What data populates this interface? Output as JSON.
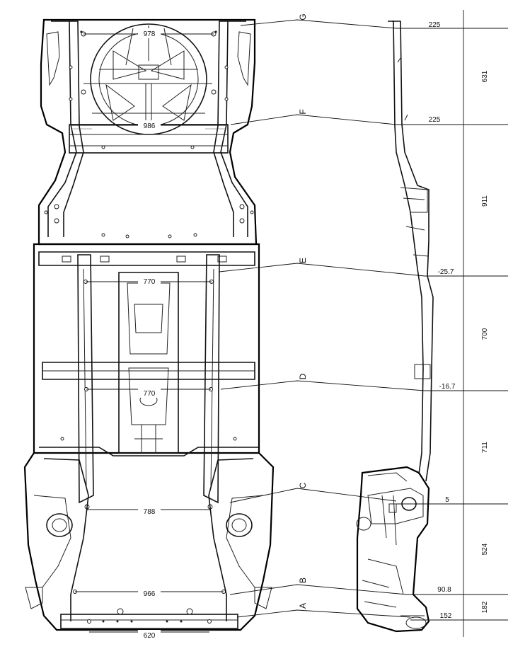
{
  "sections": [
    {
      "id": "G",
      "label": "G"
    },
    {
      "id": "F",
      "label": "F"
    },
    {
      "id": "E",
      "label": "E"
    },
    {
      "id": "D",
      "label": "D"
    },
    {
      "id": "C",
      "label": "C"
    },
    {
      "id": "B",
      "label": "B"
    },
    {
      "id": "A",
      "label": "A"
    }
  ],
  "width_dimensions": [
    {
      "id": "g",
      "value": "978"
    },
    {
      "id": "f",
      "value": "986"
    },
    {
      "id": "e",
      "value": "770"
    },
    {
      "id": "d",
      "value": "770"
    },
    {
      "id": "c",
      "value": "788"
    },
    {
      "id": "b",
      "value": "966"
    },
    {
      "id": "a",
      "value": "620"
    }
  ],
  "height_offsets": [
    {
      "id": "g",
      "value": "225"
    },
    {
      "id": "f",
      "value": "225"
    },
    {
      "id": "e",
      "value": "-25.7"
    },
    {
      "id": "d",
      "value": "-16.7"
    },
    {
      "id": "c",
      "value": "5"
    },
    {
      "id": "b",
      "value": "90.8"
    },
    {
      "id": "a",
      "value": "152"
    }
  ],
  "segment_lengths": [
    {
      "id": "gf",
      "value": "631"
    },
    {
      "id": "fe",
      "value": "911"
    },
    {
      "id": "ed",
      "value": "700"
    },
    {
      "id": "dc",
      "value": "711"
    },
    {
      "id": "cb",
      "value": "524"
    },
    {
      "id": "ba",
      "value": "182"
    }
  ]
}
